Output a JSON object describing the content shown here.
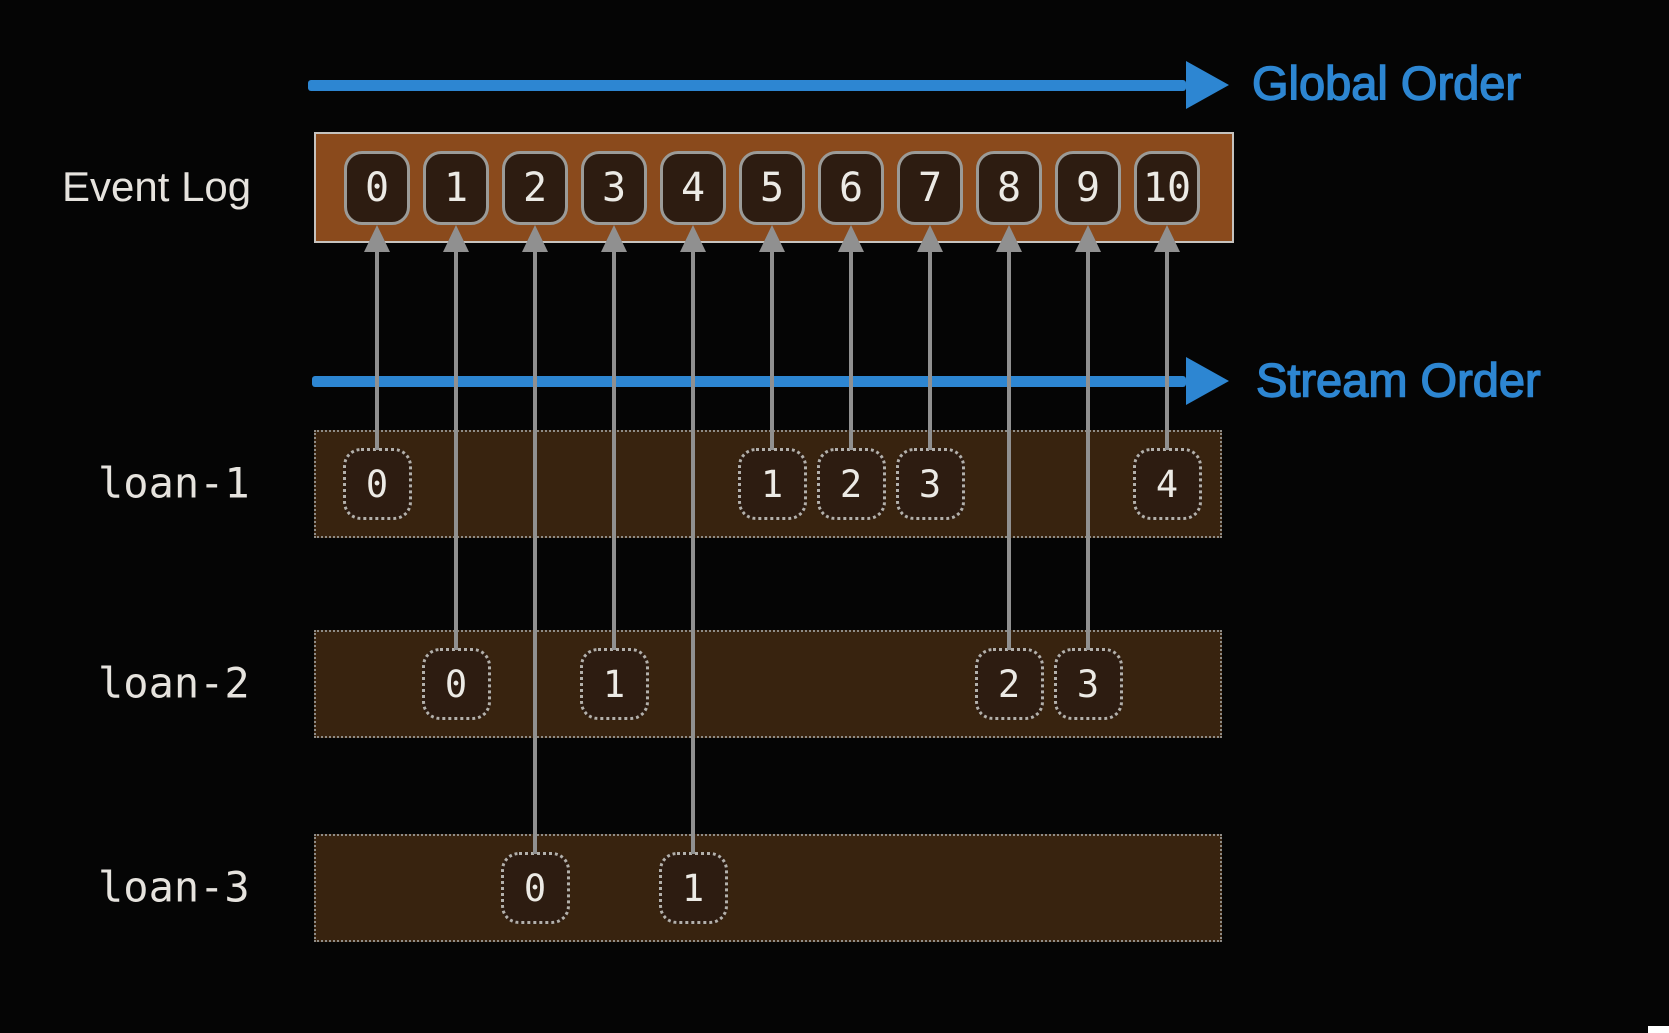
{
  "labels": {
    "event_log": "Event Log",
    "global_order": "Global Order",
    "stream_order": "Stream Order"
  },
  "event_log": {
    "slots": [
      "0",
      "1",
      "2",
      "3",
      "4",
      "5",
      "6",
      "7",
      "8",
      "9",
      "10"
    ]
  },
  "streams": [
    {
      "name": "loan-1",
      "events": [
        {
          "label": "0",
          "slot": 0
        },
        {
          "label": "1",
          "slot": 5
        },
        {
          "label": "2",
          "slot": 6
        },
        {
          "label": "3",
          "slot": 7
        },
        {
          "label": "4",
          "slot": 10
        }
      ]
    },
    {
      "name": "loan-2",
      "events": [
        {
          "label": "0",
          "slot": 1
        },
        {
          "label": "1",
          "slot": 3
        },
        {
          "label": "2",
          "slot": 8
        },
        {
          "label": "3",
          "slot": 9
        }
      ]
    },
    {
      "name": "loan-3",
      "events": [
        {
          "label": "0",
          "slot": 2
        },
        {
          "label": "1",
          "slot": 4
        }
      ]
    }
  ],
  "colors": {
    "background": "#050505",
    "accent_blue": "#2d86d2",
    "log_fill": "#8a4a1c",
    "log_border": "#c6c3bf",
    "box_fill": "#2d1c11",
    "box_border": "#9b9b98",
    "bar_fill": "#38230f",
    "bar_border": "#8f8c87",
    "dash_border": "#b3b0ab",
    "connector": "#909090",
    "text_light": "#e6e3de",
    "number_text": "#eceae5"
  }
}
